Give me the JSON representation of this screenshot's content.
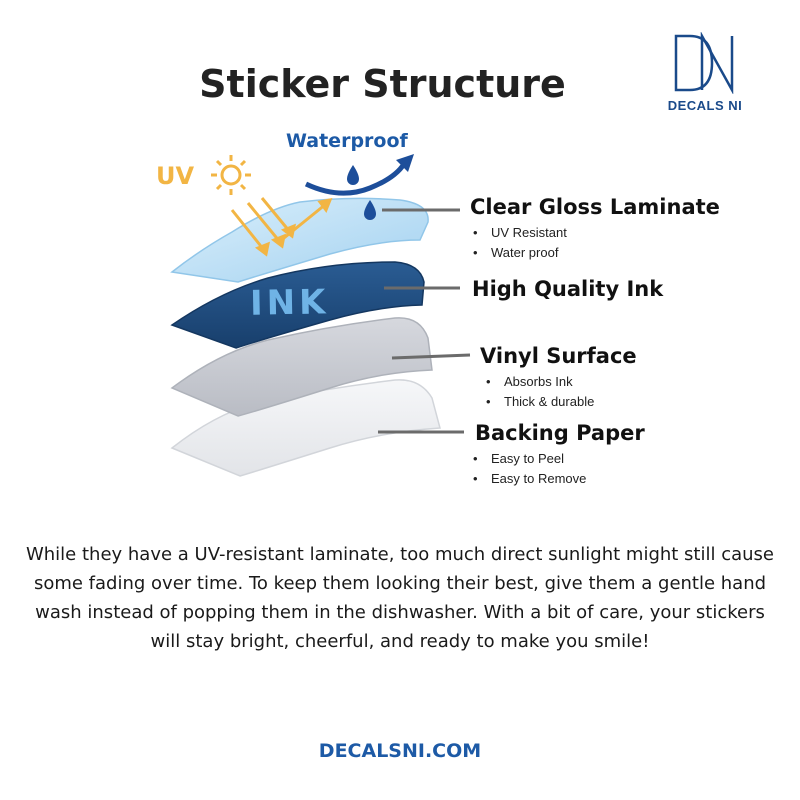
{
  "brand": {
    "logo_mark": "DN",
    "logo_text": "DECALS NI"
  },
  "title": "Sticker Structure",
  "diagram": {
    "uv_label": "UV",
    "waterproof_label": "Waterproof",
    "ink_label": "INK",
    "layers": [
      {
        "name": "Clear Gloss Laminate",
        "bullets": [
          "UV Resistant",
          "Water proof"
        ]
      },
      {
        "name": "High Quality Ink",
        "bullets": []
      },
      {
        "name": "Vinyl Surface",
        "bullets": [
          "Absorbs Ink",
          "Thick & durable"
        ]
      },
      {
        "name": "Backing Paper",
        "bullets": [
          "Easy to Peel",
          "Easy to Remove"
        ]
      }
    ],
    "colors": {
      "laminate": "#bfe0f6",
      "ink": "#1f4f82",
      "vinyl": "#c9ccd3",
      "backing": "#eef0f3",
      "uv": "#f2b544",
      "water": "#1d5aa6"
    }
  },
  "description": "While they have a UV-resistant laminate, too much direct sunlight might still cause some fading over time. To keep them looking their best, give them a gentle hand wash instead of popping them in the dishwasher. With a bit of care, your stickers will stay bright, cheerful, and ready to make you smile!",
  "footer_url": "DECALSNI.COM"
}
